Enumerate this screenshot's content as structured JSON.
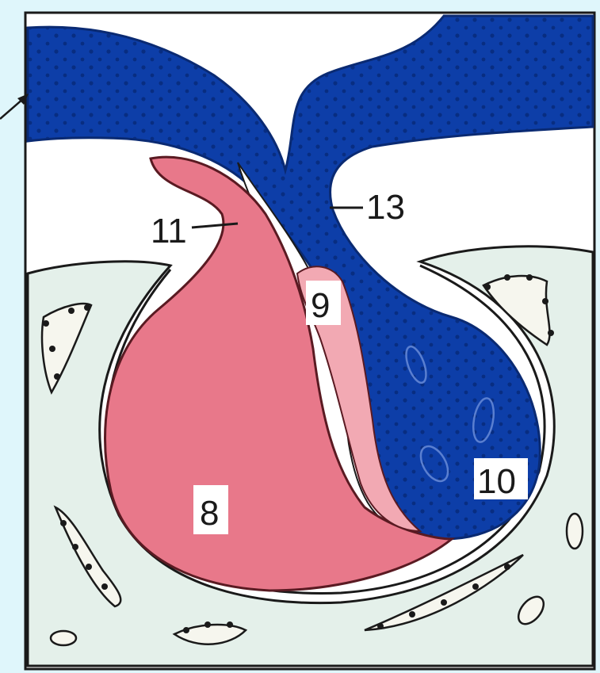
{
  "labels": {
    "l8": "8",
    "l9": "9",
    "l10": "10",
    "l11": "11",
    "l13": "13"
  },
  "colors": {
    "background": "#dff6fb",
    "frame": "#1a1a1a",
    "blue_tissue": "#0d3ea8",
    "pink_tissue": "#e8788a",
    "pale_pink": "#f2a9b3",
    "mesenchyme": "#e4f0ea",
    "white_space": "#ffffff"
  }
}
